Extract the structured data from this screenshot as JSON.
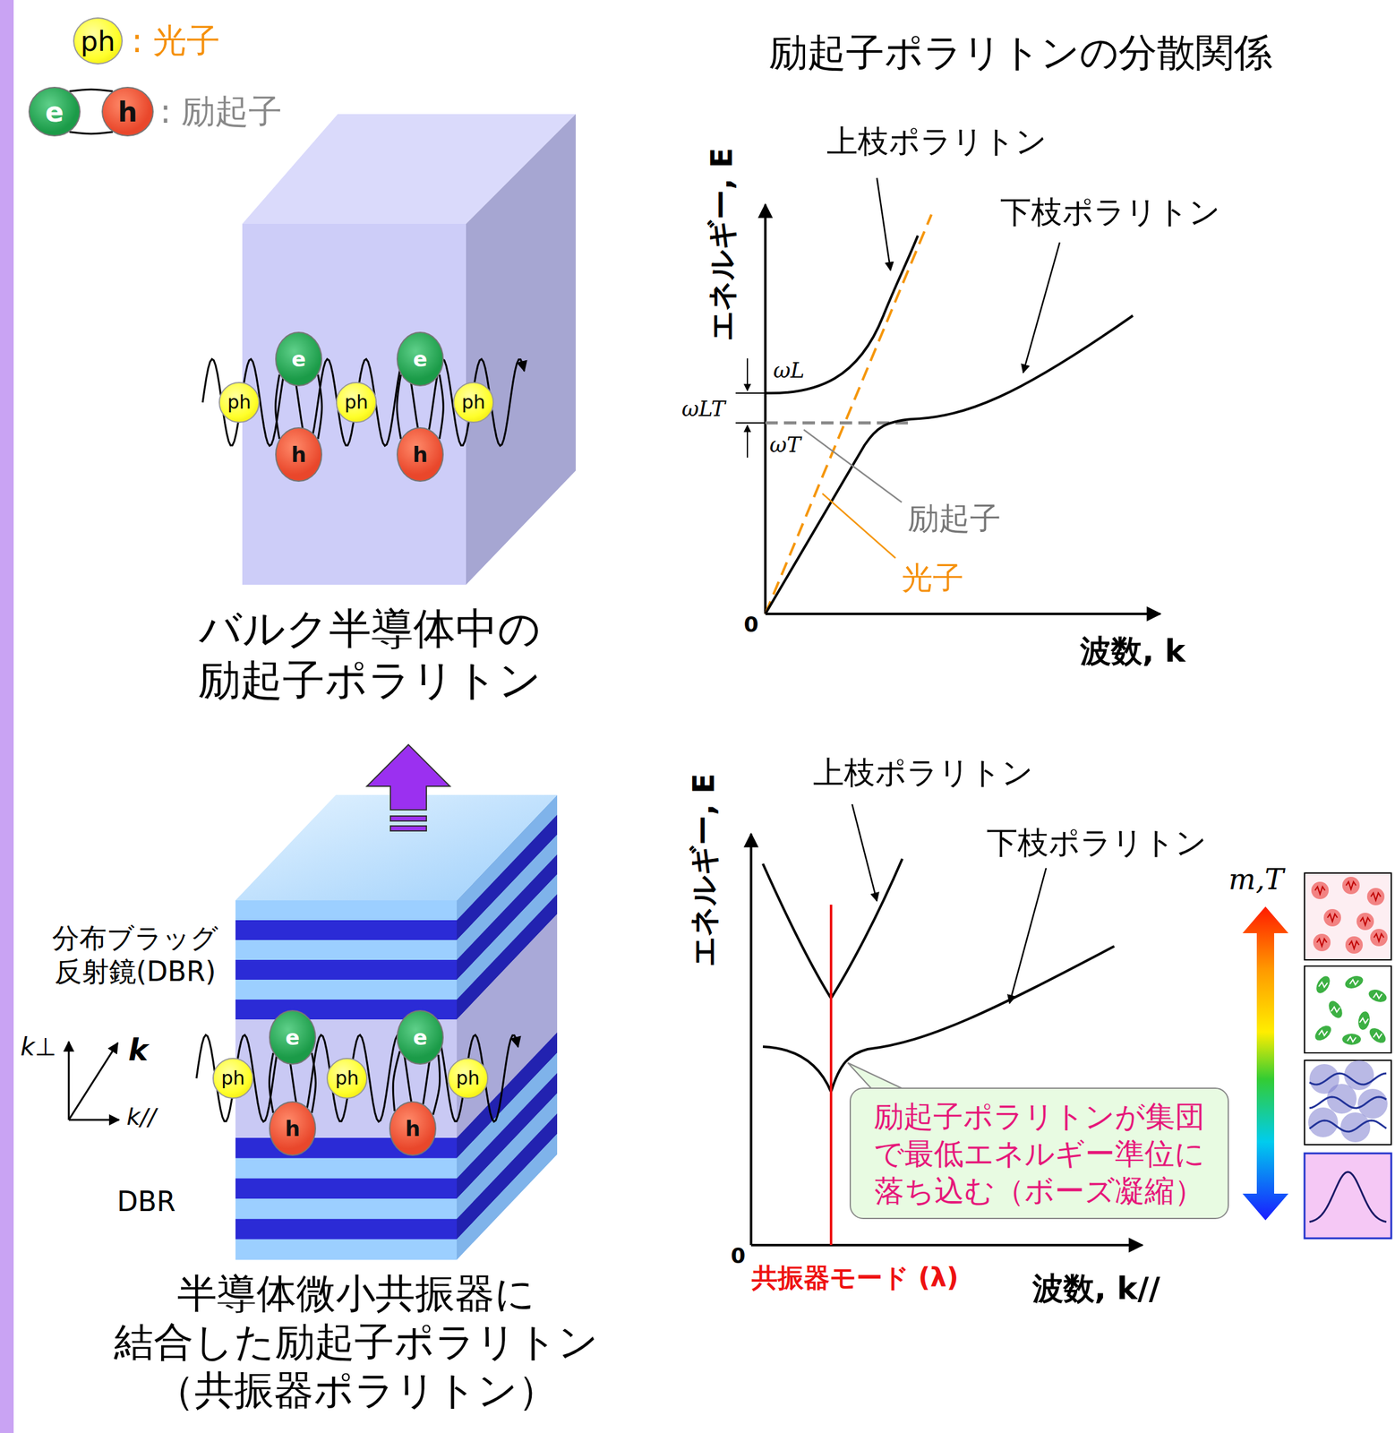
{
  "diagram": {
    "title": "励起子ポラリトンの分散関係",
    "nodes": [
      {
        "text": [
          "ph"
        ]
      },
      {
        "text": [
          "e"
        ]
      },
      {
        "text": [
          "h"
        ]
      },
      {
        "text": [
          "ph"
        ]
      },
      {
        "text": [
          "e"
        ]
      },
      {
        "text": [
          "h"
        ]
      },
      {
        "text": [
          "ph"
        ]
      },
      {
        "text": [
          "e"
        ]
      },
      {
        "text": [
          "h"
        ]
      },
      {
        "text": [
          "ph"
        ]
      },
      {
        "text": [
          "ph"
        ]
      },
      {
        "text": [
          "e"
        ]
      },
      {
        "text": [
          "h"
        ]
      },
      {
        "text": [
          "ph"
        ]
      },
      {
        "text": [
          "e"
        ]
      },
      {
        "text": [
          "h"
        ]
      },
      {
        "text": [
          "ph"
        ]
      },
      {
        "text": [
          "励起子ポラリトンが集団 で最低エネルギー準位に 落ち込む（ボーズ凝縮）"
        ]
      }
    ],
    "edges": [
      {
        "from": 1,
        "to": 2,
        "arrow": "none"
      },
      {
        "from": 4,
        "to": 5,
        "arrow": "none"
      },
      {
        "from": 7,
        "to": 8,
        "arrow": "none"
      },
      {
        "from": 11,
        "to": 12,
        "arrow": "none"
      },
      {
        "from": 14,
        "to": 15,
        "arrow": "none"
      }
    ],
    "labels": [
      "エネルギー, E",
      "上枝ポラリトン",
      "下枝ポラリトン",
      "ωL",
      "ωLT",
      "ωT",
      "励起子",
      "光子",
      "0",
      "波数, k",
      "バルク半導体中の 励起子ポラリトン",
      "分布ブラッグ 反射鏡(DBR)",
      "k⊥",
      "k",
      "k//",
      "DBR",
      "半導体微小共振器に 結合した励起子ポラリトン （共振器ポラリトン）",
      "エネルギー, E",
      "上枝ポラリトン",
      "下枝ポラリトン",
      "0",
      "共振器モード (λ)",
      "波数, k//",
      "m,T"
    ],
    "legend": [
      {
        "text": ": 光子"
      },
      {
        "text": ": 励起子"
      }
    ]
  }
}
